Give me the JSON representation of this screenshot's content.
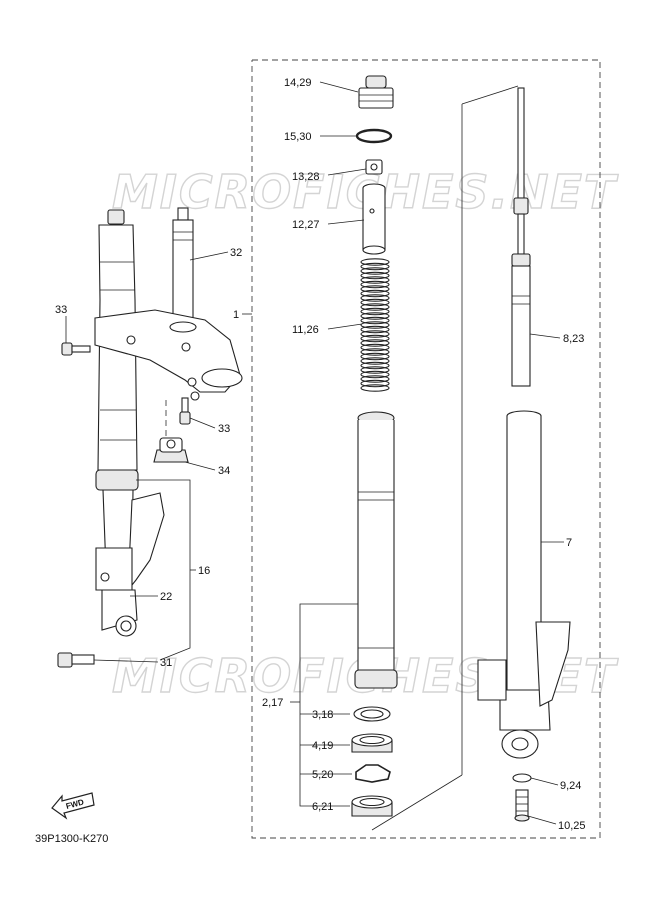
{
  "watermark": "MICROFICHES.NET",
  "diagram_code": "39P1300-K270",
  "fwd_label": "FWD",
  "callouts": {
    "c1": "1",
    "c14_29": "14,29",
    "c15_30": "15,30",
    "c13_28": "13,28",
    "c12_27": "12,27",
    "c11_26": "11,26",
    "c8_23": "8,23",
    "c7": "7",
    "c2_17": "2,17",
    "c3_18": "3,18",
    "c4_19": "4,19",
    "c5_20": "5,20",
    "c6_21": "6,21",
    "c9_24": "9,24",
    "c10_25": "10,25",
    "c32": "32",
    "c33a": "33",
    "c33b": "33",
    "c34": "34",
    "c16": "16",
    "c22": "22",
    "c31": "31"
  }
}
